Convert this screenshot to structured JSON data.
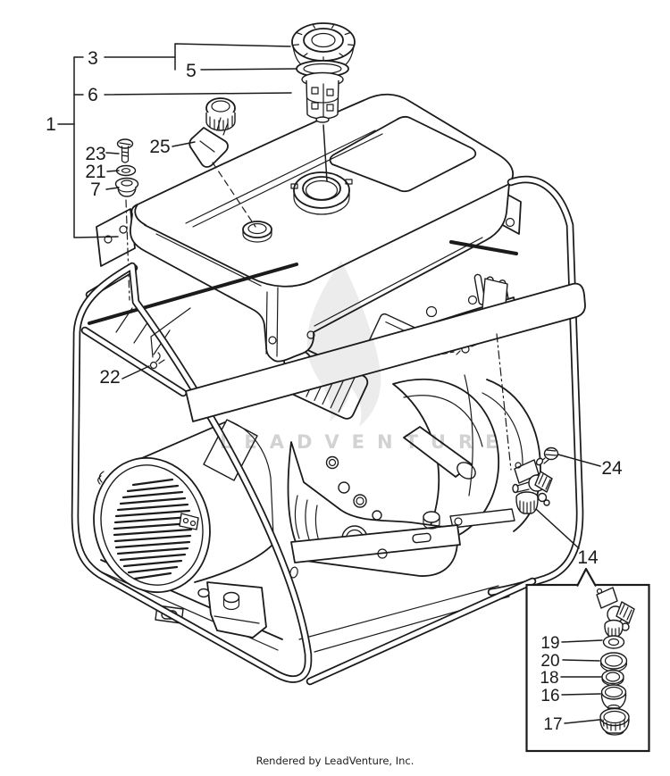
{
  "page": {
    "background": "#ffffff",
    "ink_color": "#1b1b1b",
    "watermark_color": "#d2d2d2"
  },
  "diagram": {
    "type": "exploded-parts-diagram",
    "subject": "portable-generator",
    "watermark_text": "LEADVENTURE",
    "footer_text": "Rendered by LeadVenture, Inc.",
    "callouts": {
      "c1": "1",
      "c3": "3",
      "c5": "5",
      "c6": "6",
      "c7": "7",
      "c14": "14",
      "c16": "16",
      "c17": "17",
      "c18": "18",
      "c19": "19",
      "c20": "20",
      "c21": "21",
      "c22": "22",
      "c23": "23",
      "c24": "24",
      "c25": "25"
    }
  }
}
